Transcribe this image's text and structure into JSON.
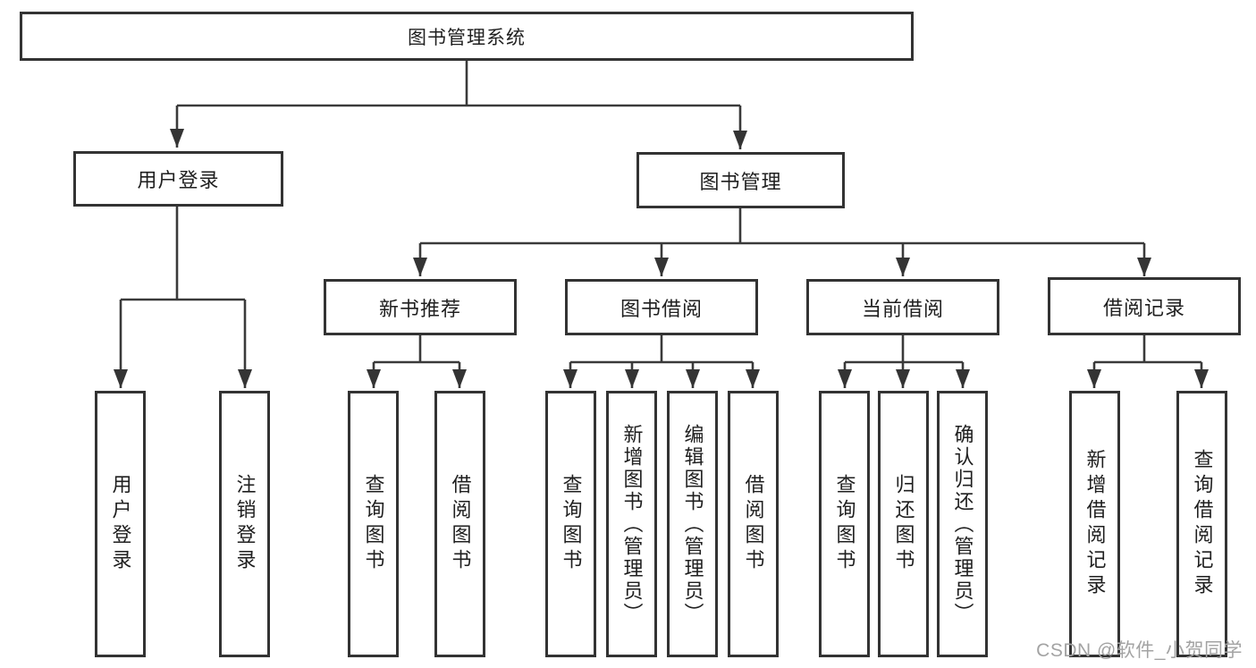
{
  "root": {
    "label": "图书管理系统"
  },
  "level1": {
    "user_login": {
      "label": "用户登录"
    },
    "book_management": {
      "label": "图书管理"
    }
  },
  "level2": {
    "new_book_recommend": {
      "label": "新书推荐"
    },
    "book_borrow": {
      "label": "图书借阅"
    },
    "current_borrow": {
      "label": "当前借阅"
    },
    "borrow_records": {
      "label": "借阅记录"
    }
  },
  "leaves": {
    "user_login": {
      "label": "用户登录"
    },
    "logout_login": {
      "label": "注销登录"
    },
    "recommend_query_book": {
      "label": "查询图书"
    },
    "recommend_borrow_book": {
      "label": "借阅图书"
    },
    "borrow_query_book": {
      "label": "查询图书"
    },
    "borrow_add_book_admin": {
      "label": "新增图书（管理员）"
    },
    "borrow_edit_book_admin": {
      "label": "编辑图书（管理员）"
    },
    "borrow_borrow_book": {
      "label": "借阅图书"
    },
    "current_query_book": {
      "label": "查询图书"
    },
    "current_return_book": {
      "label": "归还图书"
    },
    "current_confirm_return_admin": {
      "label": "确认归还（管理员）"
    },
    "records_add_record": {
      "label": "新增借阅记录"
    },
    "records_query_record": {
      "label": "查询借阅记录"
    }
  },
  "watermark": {
    "text": "CSDN @软件_小贺同学"
  },
  "colors": {
    "line": "#3a3a3a",
    "border": "#333333",
    "text": "#1f1f1f",
    "watermark": "#a3a3a3",
    "background": "#ffffff"
  }
}
